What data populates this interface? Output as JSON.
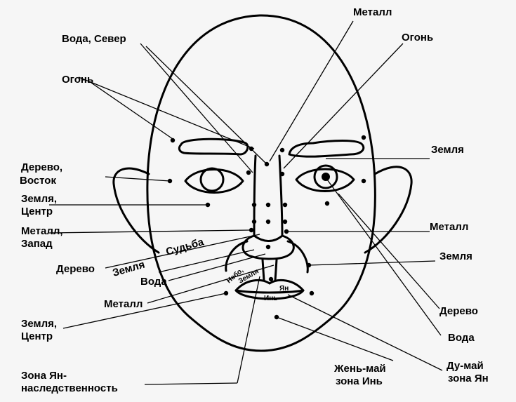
{
  "labels": {
    "metal_top": "Металл",
    "water_north": "Вода, Север",
    "fire_right": "Огонь",
    "fire_left": "Огонь",
    "earth_right_top": "Земля",
    "wood_east_1": "Дерево,",
    "wood_east_2": "Восток",
    "earth_center_1": "Земля,",
    "earth_center_2": "Центр",
    "metal_west_1": "Металл,",
    "metal_west_2": "Запад",
    "metal_right": "Металл",
    "wood_left": "Дерево",
    "earth_diag": "Земля",
    "fate": "Судьба",
    "earth_right_mid": "Земля",
    "water_left": "Вода",
    "metal_left": "Металл",
    "heaven": "Небо,",
    "earth_small": "Земля",
    "yang_small": "Ян",
    "yin_small": "Инь",
    "wood_right": "Дерево",
    "water_right": "Вода",
    "earth_center_low_1": "Земля,",
    "earth_center_low_2": "Центр",
    "renmai_1": "Жень-май",
    "renmai_2": "зона Инь",
    "dumai_1": "Ду-май",
    "dumai_2": "зона Ян",
    "yang_zone_1": "Зона Ян-",
    "yang_zone_2": "наследственность"
  }
}
